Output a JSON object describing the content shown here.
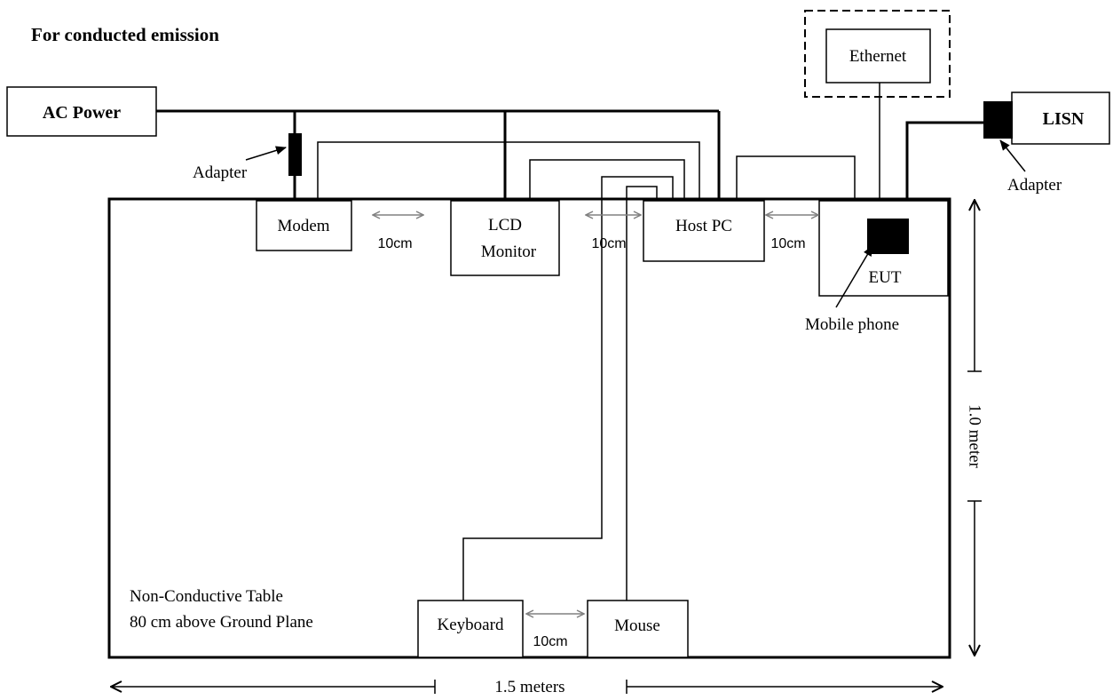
{
  "heading": "For conducted emission",
  "boxes": {
    "ac_power": "AC Power",
    "ethernet": "Ethernet",
    "lisn": "LISN",
    "modem": "Modem",
    "lcd_line1": "LCD",
    "lcd_line2": "Monitor",
    "host_pc": "Host PC",
    "eut": "EUT",
    "keyboard": "Keyboard",
    "mouse": "Mouse"
  },
  "labels": {
    "adapter_left": "Adapter",
    "adapter_right": "Adapter",
    "mobile_phone": "Mobile phone",
    "table_line1": "Non-Conductive Table",
    "table_line2": "80 cm above Ground Plane",
    "width": "1.5 meters",
    "height": "1.0 meter"
  },
  "spacing": {
    "modem_lcd": "10cm",
    "lcd_host": "10cm",
    "host_eut": "10cm",
    "keyboard_mouse": "10cm"
  }
}
